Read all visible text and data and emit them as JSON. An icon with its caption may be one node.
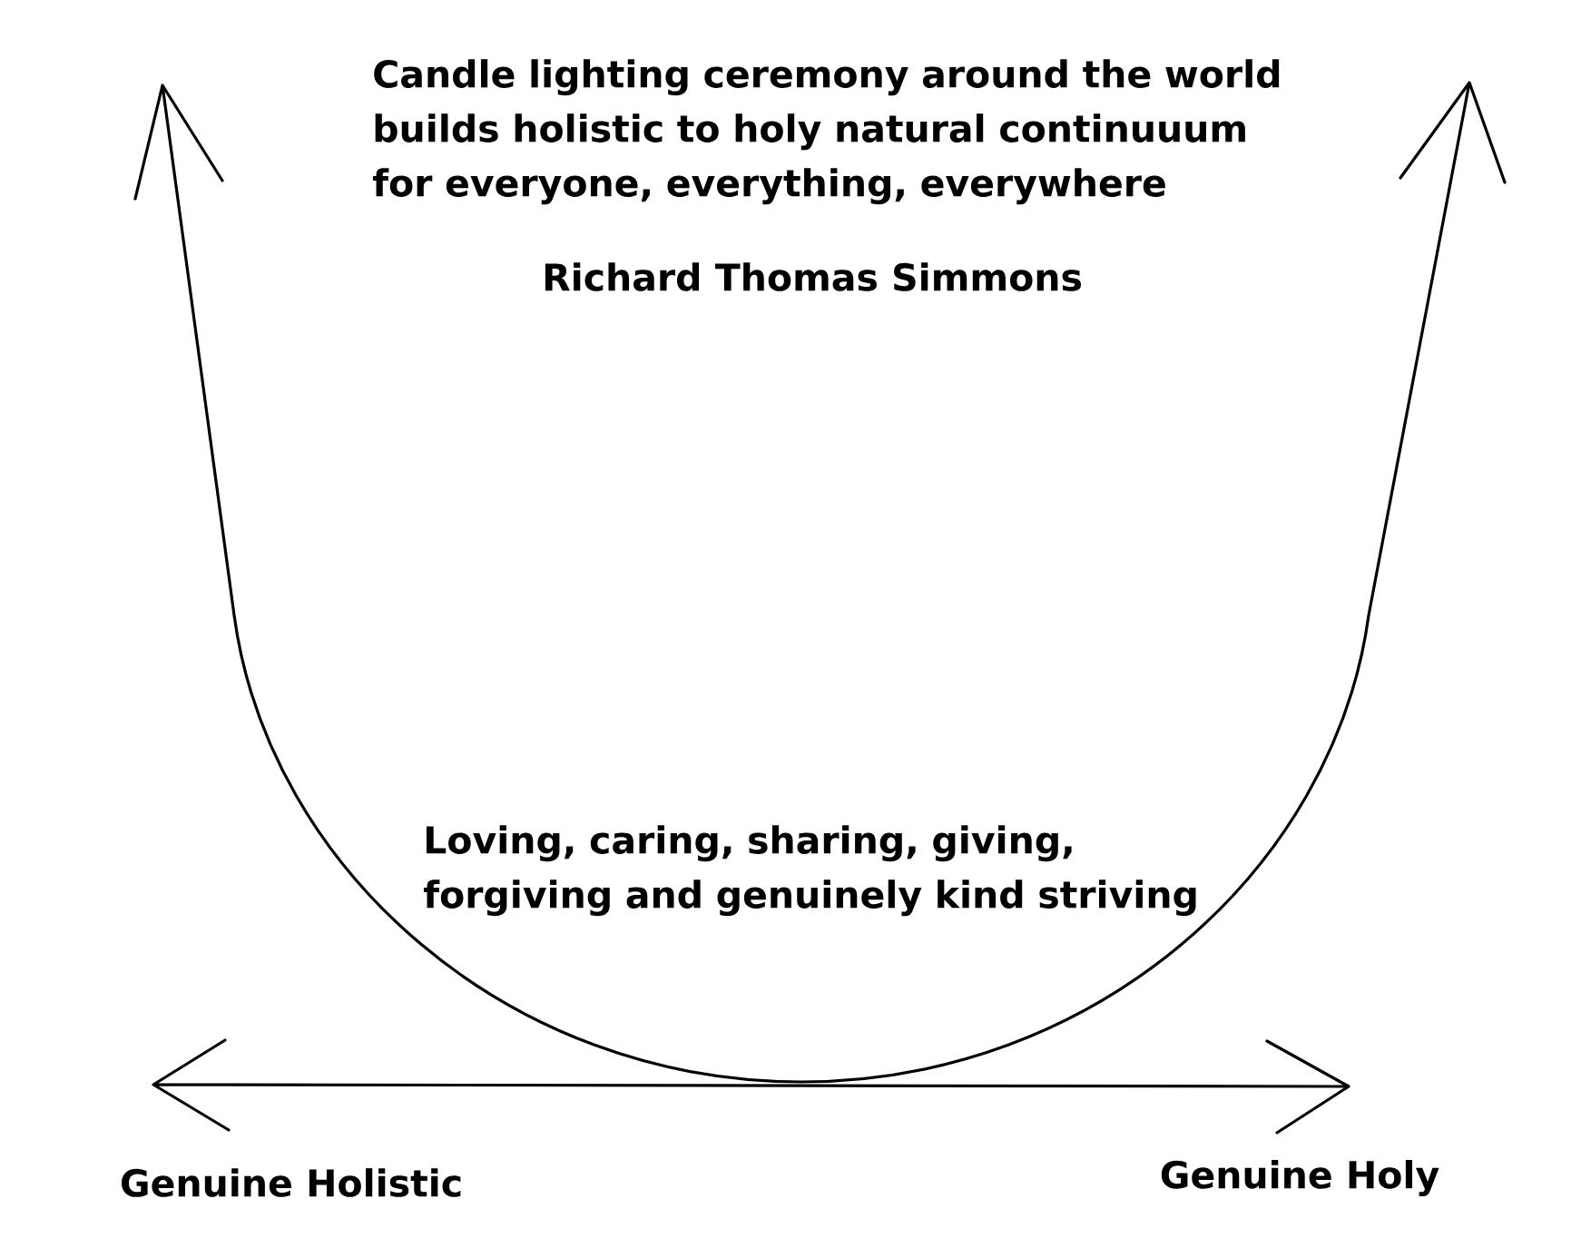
{
  "diagram": {
    "title": "Candle lighting ceremony around the world builds holistic to holy natural continuuum for everyone, everything, everywhere",
    "labels": [
      "Richard Thomas Simmons",
      "Loving, caring, sharing, giving, forgiving and genuinely kind striving",
      "Genuine Holistic",
      "Genuine Holy"
    ]
  }
}
